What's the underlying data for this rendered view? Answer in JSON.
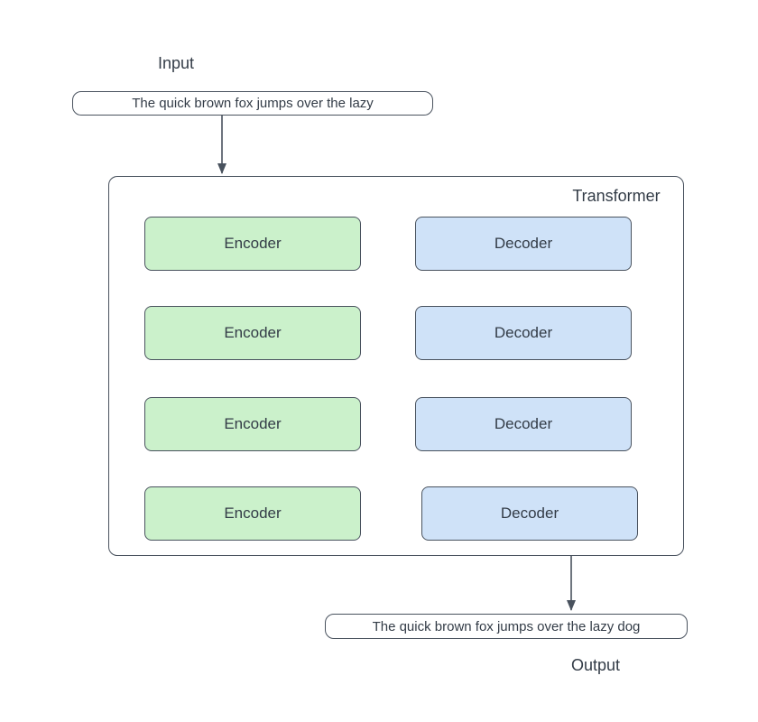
{
  "diagram": {
    "input_label": "Input",
    "output_label": "Output",
    "input_text": "The quick brown fox jumps over the lazy",
    "output_text": "The quick brown fox jumps over the lazy dog",
    "container_label": "Transformer",
    "encoders": [
      {
        "label": "Encoder"
      },
      {
        "label": "Encoder"
      },
      {
        "label": "Encoder"
      },
      {
        "label": "Encoder"
      }
    ],
    "decoders": [
      {
        "label": "Decoder"
      },
      {
        "label": "Decoder"
      },
      {
        "label": "Decoder"
      },
      {
        "label": "Decoder"
      }
    ]
  },
  "colors": {
    "encoder_fill": "#cbf1cb",
    "decoder_fill": "#cfe2f8",
    "stroke": "#49525e",
    "text": "#333c47",
    "background": "#ffffff"
  }
}
